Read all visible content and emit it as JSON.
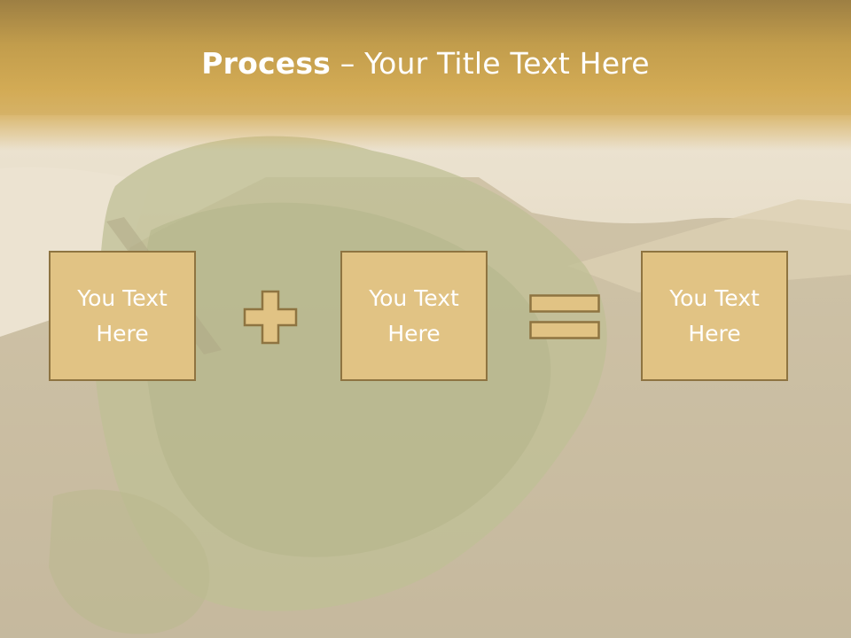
{
  "slide": {
    "title_bold": "Process",
    "title_rest": " – Your Title Text Here"
  },
  "boxes": [
    {
      "text": "You Text\nHere"
    },
    {
      "text": "You Text\nHere"
    },
    {
      "text": "You Text\nHere"
    }
  ],
  "operators": [
    "plus-icon",
    "equals-icon"
  ],
  "colors": {
    "title_band": "#c9a24f",
    "box_fill": "#e1c384",
    "box_border": "#8e7441",
    "text": "#ffffff"
  }
}
